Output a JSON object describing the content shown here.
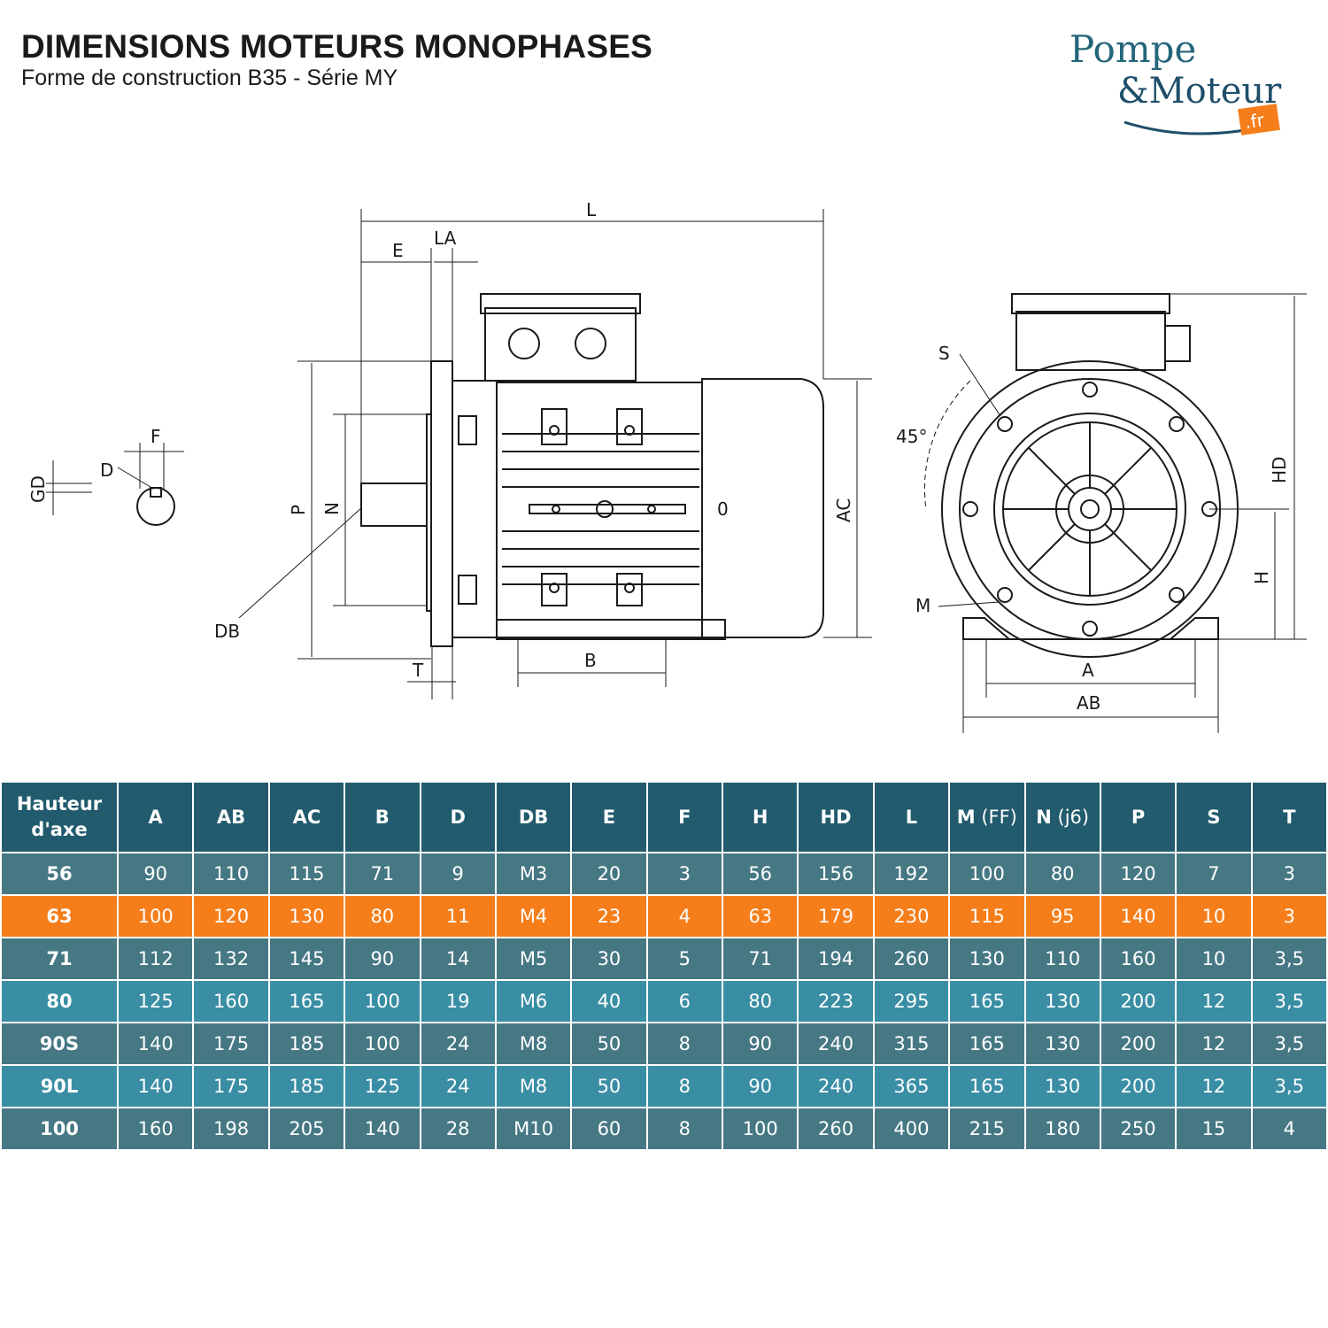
{
  "header": {
    "title": "DIMENSIONS MOTEURS MONOPHASES",
    "subtitle": "Forme de construction B35 - Série MY"
  },
  "logo": {
    "line1": "Pompe",
    "line2": "&Moteur",
    "badge": ".fr"
  },
  "drawing": {
    "labels": [
      "L",
      "E",
      "LA",
      "F",
      "D",
      "GD",
      "P",
      "N",
      "DB",
      "T",
      "B",
      "AC",
      "0",
      "S",
      "45°",
      "HD",
      "H",
      "M",
      "A",
      "AB"
    ]
  },
  "table": {
    "corner_label": "Hauteur d'axe",
    "columns": [
      {
        "key": "A",
        "label": "A",
        "suffix": ""
      },
      {
        "key": "AB",
        "label": "AB",
        "suffix": ""
      },
      {
        "key": "AC",
        "label": "AC",
        "suffix": ""
      },
      {
        "key": "B",
        "label": "B",
        "suffix": ""
      },
      {
        "key": "D",
        "label": "D",
        "suffix": ""
      },
      {
        "key": "DB",
        "label": "DB",
        "suffix": ""
      },
      {
        "key": "E",
        "label": "E",
        "suffix": ""
      },
      {
        "key": "F",
        "label": "F",
        "suffix": ""
      },
      {
        "key": "H",
        "label": "H",
        "suffix": ""
      },
      {
        "key": "HD",
        "label": "HD",
        "suffix": ""
      },
      {
        "key": "L",
        "label": "L",
        "suffix": ""
      },
      {
        "key": "M",
        "label": "M",
        "suffix": " (FF)"
      },
      {
        "key": "N",
        "label": "N",
        "suffix": " (j6)"
      },
      {
        "key": "P",
        "label": "P",
        "suffix": ""
      },
      {
        "key": "S",
        "label": "S",
        "suffix": ""
      },
      {
        "key": "T",
        "label": "T",
        "suffix": ""
      }
    ],
    "rows": [
      {
        "hauteur": "56",
        "values": [
          "90",
          "110",
          "115",
          "71",
          "9",
          "M3",
          "20",
          "3",
          "56",
          "156",
          "192",
          "100",
          "80",
          "120",
          "7",
          "3"
        ],
        "style": "dark"
      },
      {
        "hauteur": "63",
        "values": [
          "100",
          "120",
          "130",
          "80",
          "11",
          "M4",
          "23",
          "4",
          "63",
          "179",
          "230",
          "115",
          "95",
          "140",
          "10",
          "3"
        ],
        "style": "active"
      },
      {
        "hauteur": "71",
        "values": [
          "112",
          "132",
          "145",
          "90",
          "14",
          "M5",
          "30",
          "5",
          "71",
          "194",
          "260",
          "130",
          "110",
          "160",
          "10",
          "3,5"
        ],
        "style": "dark"
      },
      {
        "hauteur": "80",
        "values": [
          "125",
          "160",
          "165",
          "100",
          "19",
          "M6",
          "40",
          "6",
          "80",
          "223",
          "295",
          "165",
          "130",
          "200",
          "12",
          "3,5"
        ],
        "style": "light"
      },
      {
        "hauteur": "90S",
        "values": [
          "140",
          "175",
          "185",
          "100",
          "24",
          "M8",
          "50",
          "8",
          "90",
          "240",
          "315",
          "165",
          "130",
          "200",
          "12",
          "3,5"
        ],
        "style": "dark"
      },
      {
        "hauteur": "90L",
        "values": [
          "140",
          "175",
          "185",
          "125",
          "24",
          "M8",
          "50",
          "8",
          "90",
          "240",
          "365",
          "165",
          "130",
          "200",
          "12",
          "3,5"
        ],
        "style": "light"
      },
      {
        "hauteur": "100",
        "values": [
          "160",
          "198",
          "205",
          "140",
          "28",
          "M10",
          "60",
          "8",
          "100",
          "260",
          "400",
          "215",
          "180",
          "250",
          "15",
          "4"
        ],
        "style": "dark"
      }
    ]
  }
}
